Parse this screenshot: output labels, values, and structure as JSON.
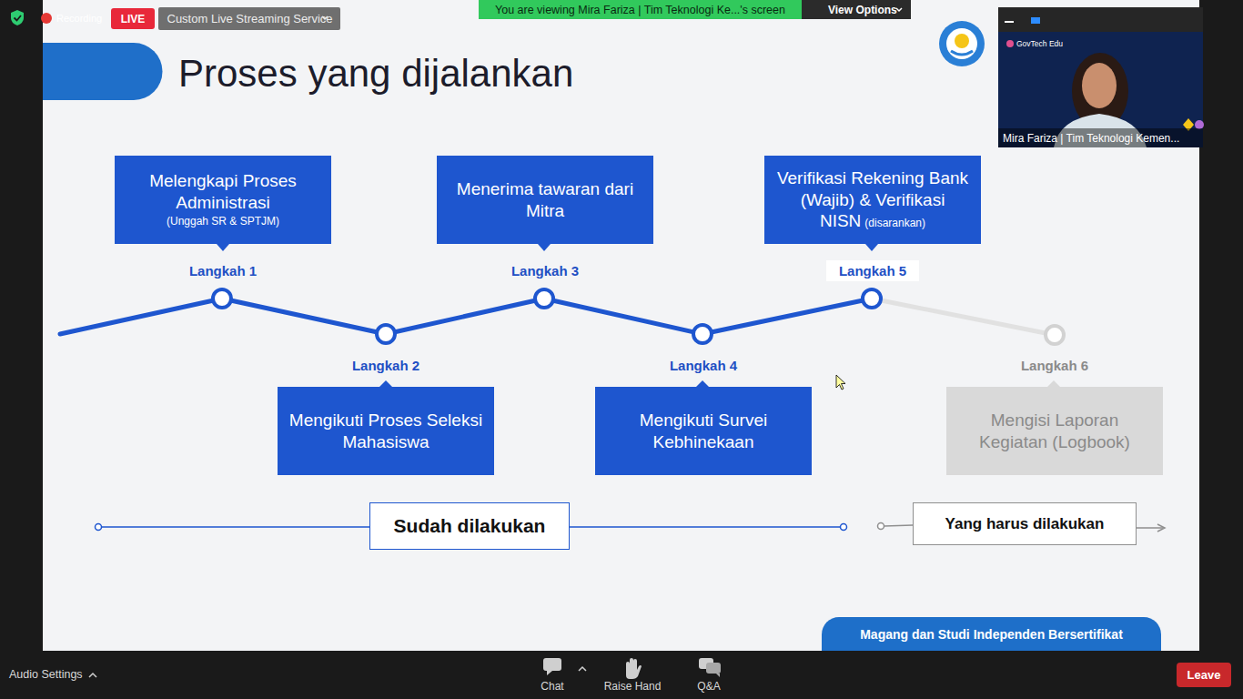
{
  "diagram": {
    "title": "Proses yang dijalankan",
    "nodes": [
      {
        "text": [
          "LIVE"
        ]
      },
      {
        "text": [
          "Custom Live Streaming Service"
        ]
      },
      {
        "text": [
          "You are viewing Mira Fariza | Tim Teknologi Ke...'s screen"
        ]
      },
      {
        "text": [
          "View Options"
        ]
      },
      {
        "text": [
          "Langkah 1",
          "Melengkapi Proses Administrasi",
          "(Unggah SR & SPTJM)"
        ]
      },
      {
        "text": [
          "Langkah 2",
          "Mengikuti Proses Seleksi Mahasiswa"
        ]
      },
      {
        "text": [
          "Langkah 3",
          "Menerima tawaran dari Mitra"
        ]
      },
      {
        "text": [
          "Langkah 4",
          "Mengikuti Survei Kebhinekaan"
        ]
      },
      {
        "text": [
          "Langkah 5",
          "Verifikasi Rekening Bank (Wajib) & Verifikasi NISN",
          "(disarankan)"
        ]
      },
      {
        "text": [
          "Langkah 6",
          "Mengisi Laporan Kegiatan (Logbook)"
        ]
      },
      {
        "text": [
          "Sudah dilakukan"
        ]
      },
      {
        "text": [
          "Yang harus dilakukan"
        ]
      },
      {
        "text": [
          "Magang dan Studi Independen Bersertifikat"
        ]
      },
      {
        "text": [
          "Leave"
        ]
      }
    ],
    "labels": [
      "Recording",
      "GovTech Edu",
      "Mira Fariza | Tim Teknologi Kemen...",
      "Audio Settings",
      "Chat",
      "Raise Hand",
      "Q&A"
    ]
  }
}
